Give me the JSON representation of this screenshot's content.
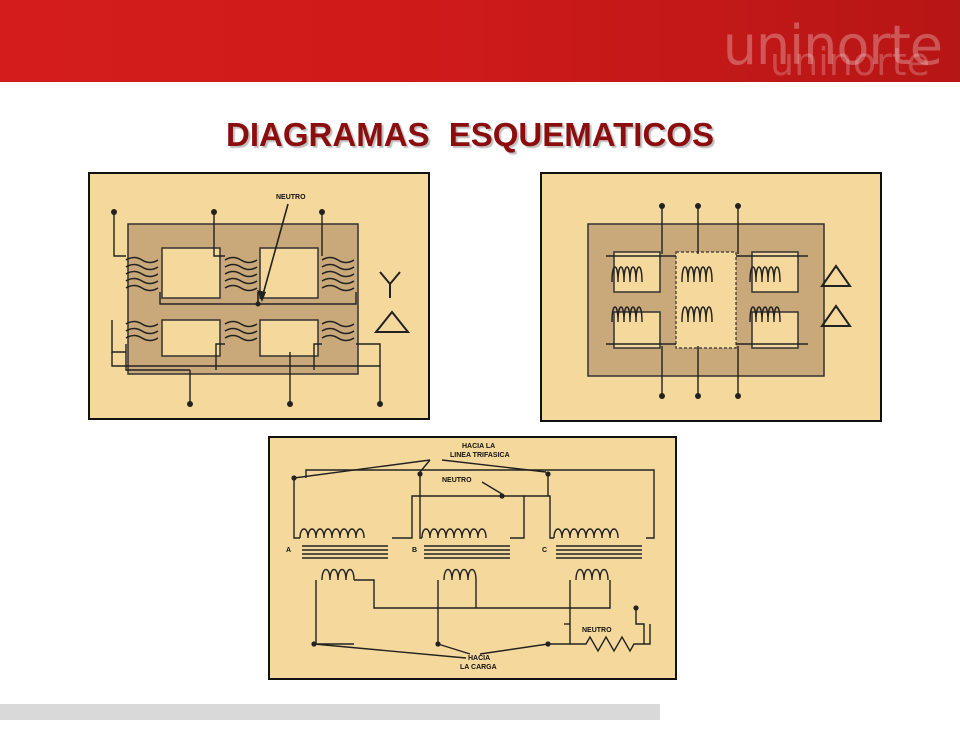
{
  "header": {
    "brand": "uninorte",
    "side_brand": "uninorte"
  },
  "title": "DIAGRAMAS  ESQUEMATICOS",
  "panel1": {
    "neutral_label": "NEUTRO"
  },
  "panel3": {
    "line_label_1": "HACIA LA",
    "line_label_2": "LINEA TRIFASICA",
    "neutral_top": "NEUTRO",
    "neutral_bottom": "NEUTRO",
    "load_label_1": "HACIA",
    "load_label_2": "LA CARGA",
    "phase_a": "A",
    "phase_b": "B",
    "phase_c": "C"
  },
  "colors": {
    "header_red": "#d41c1c",
    "title": "#8b0d0d",
    "panel_bg": "#f5d99c",
    "core": "#c9a97a"
  }
}
